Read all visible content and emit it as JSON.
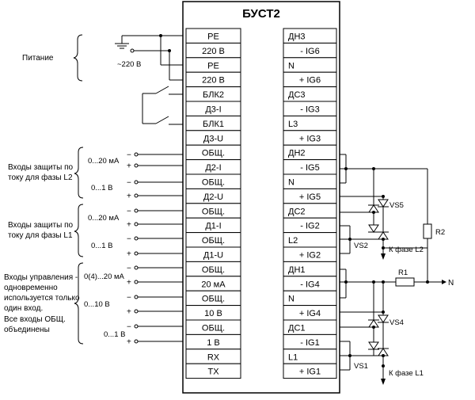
{
  "title": "БУСТ2",
  "left_terminals": [
    "PE",
    "220 В",
    "PE",
    "220 В",
    "БЛК2",
    "Д3-I",
    "БЛК1",
    "Д3-U",
    "ОБЩ.",
    "Д2-I",
    "ОБЩ.",
    "Д2-U",
    "ОБЩ.",
    "Д1-I",
    "ОБЩ.",
    "Д1-U",
    "ОБЩ.",
    "20 мА",
    "ОБЩ.",
    "10 В",
    "ОБЩ.",
    "1 В",
    "RX",
    "TX"
  ],
  "right_terminals": [
    "ДН3",
    "- IG6",
    "N",
    "+ IG6",
    "ДС3",
    "- IG3",
    "L3",
    "+ IG3",
    "ДН2",
    "- IG5",
    "N",
    "+ IG5",
    "ДС2",
    "- IG2",
    "L2",
    "+ IG2",
    "ДН1",
    "- IG4",
    "N",
    "+ IG4",
    "ДС1",
    "- IG1",
    "L1",
    "+ IG1"
  ],
  "groups": {
    "power": "Питание",
    "power_voltage": "~220 В",
    "l2_line1": "Входы защиты по",
    "l2_line2": "току для фазы L2",
    "l1_line1": "Входы защиты по",
    "l1_line2": "току для фазы L1",
    "ctrl_line1": "Входы управления -",
    "ctrl_line2": "одновременно",
    "ctrl_line3": "используется только",
    "ctrl_line4": "один вход.",
    "ctrl_line5": "Все входы ОБЩ.",
    "ctrl_line6": "объединены"
  },
  "signals": {
    "l2_current": "0...20 мА",
    "l2_voltage": "0...1 В",
    "l1_current": "0...20 мА",
    "l1_voltage": "0...1 В",
    "ctrl_current": "0(4)...20 мА",
    "ctrl_10v": "0...10 В",
    "ctrl_1v": "0...1 В",
    "minus": "−",
    "plus": "+"
  },
  "components": {
    "vs5": "VS5",
    "vs2": "VS2",
    "vs4": "VS4",
    "vs1": "VS1",
    "r1": "R1",
    "r2": "R2",
    "n_out": "N",
    "phase_l2": "К фазе L2",
    "phase_l1": "К фазе L1"
  }
}
